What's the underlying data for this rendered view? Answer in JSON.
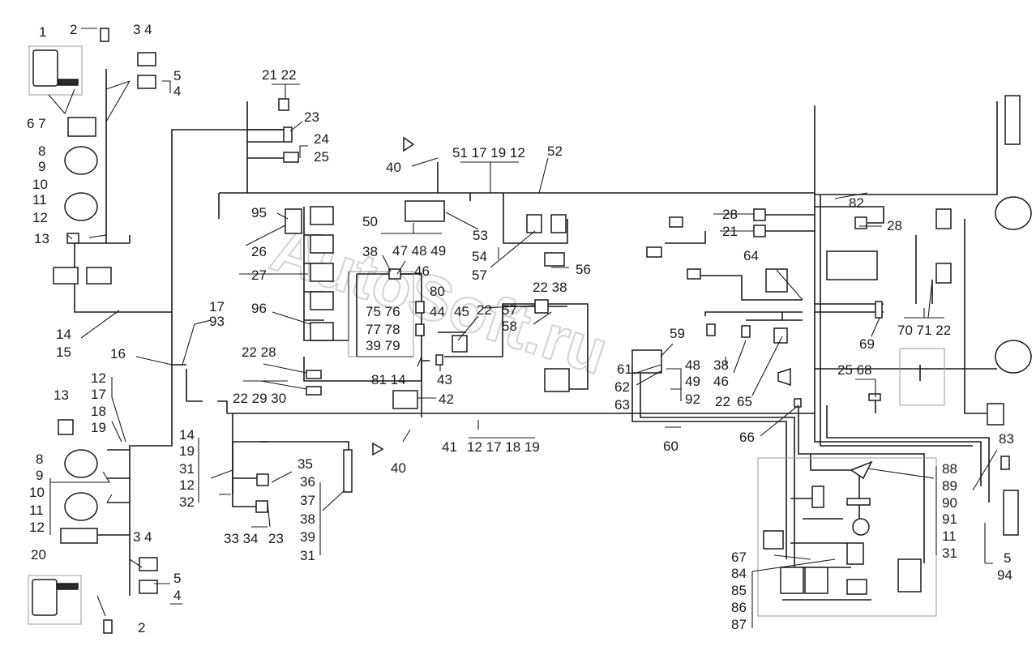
{
  "watermark": "AutoSoft.ru",
  "callouts": [
    {
      "id": "c1",
      "text": "1"
    },
    {
      "id": "c2",
      "text": "2"
    },
    {
      "id": "c3",
      "text": "3 4"
    },
    {
      "id": "c4",
      "text": "5"
    },
    {
      "id": "c5",
      "text": "4"
    },
    {
      "id": "c6",
      "text": "6 7"
    },
    {
      "id": "c7",
      "text": "8"
    },
    {
      "id": "c8",
      "text": "9"
    },
    {
      "id": "c9",
      "text": "10"
    },
    {
      "id": "c10",
      "text": "11"
    },
    {
      "id": "c11",
      "text": "12"
    },
    {
      "id": "c12",
      "text": "13"
    },
    {
      "id": "c13",
      "text": "14"
    },
    {
      "id": "c14",
      "text": "15"
    },
    {
      "id": "c15",
      "text": "16"
    },
    {
      "id": "c16",
      "text": "17"
    },
    {
      "id": "c17",
      "text": "93"
    },
    {
      "id": "c18",
      "text": "21 22"
    },
    {
      "id": "c19",
      "text": "23"
    },
    {
      "id": "c20",
      "text": "24"
    },
    {
      "id": "c21",
      "text": "25"
    },
    {
      "id": "c22",
      "text": "40"
    },
    {
      "id": "c23",
      "text": "51 17 19 12"
    },
    {
      "id": "c24",
      "text": "52"
    },
    {
      "id": "c25",
      "text": "95"
    },
    {
      "id": "c26",
      "text": "50"
    },
    {
      "id": "c27",
      "text": "53"
    },
    {
      "id": "c28",
      "text": "47 48 49"
    },
    {
      "id": "c29",
      "text": "26"
    },
    {
      "id": "c30",
      "text": "27"
    },
    {
      "id": "c31",
      "text": "38"
    },
    {
      "id": "c32",
      "text": "46"
    },
    {
      "id": "c33",
      "text": "54"
    },
    {
      "id": "c34",
      "text": "57"
    },
    {
      "id": "c35",
      "text": "56"
    },
    {
      "id": "c36",
      "text": "96"
    },
    {
      "id": "c37",
      "text": "75 76"
    },
    {
      "id": "c38",
      "text": "77 78"
    },
    {
      "id": "c39",
      "text": "39 79"
    },
    {
      "id": "c40",
      "text": "80"
    },
    {
      "id": "c41",
      "text": "44"
    },
    {
      "id": "c42",
      "text": "45"
    },
    {
      "id": "c43",
      "text": "22"
    },
    {
      "id": "c44",
      "text": "22 38"
    },
    {
      "id": "c45",
      "text": "57"
    },
    {
      "id": "c46",
      "text": "58"
    },
    {
      "id": "c47",
      "text": "22 28"
    },
    {
      "id": "c48",
      "text": "22 29 30"
    },
    {
      "id": "c49",
      "text": "81 14"
    },
    {
      "id": "c50",
      "text": "43"
    },
    {
      "id": "c51",
      "text": "42"
    },
    {
      "id": "c52",
      "text": "12"
    },
    {
      "id": "c53",
      "text": "17"
    },
    {
      "id": "c54",
      "text": "18"
    },
    {
      "id": "c55",
      "text": "19"
    },
    {
      "id": "c56",
      "text": "13"
    },
    {
      "id": "c57",
      "text": "8"
    },
    {
      "id": "c58",
      "text": "9"
    },
    {
      "id": "c59",
      "text": "10"
    },
    {
      "id": "c60",
      "text": "11"
    },
    {
      "id": "c61",
      "text": "12"
    },
    {
      "id": "c62",
      "text": "3 4"
    },
    {
      "id": "c63",
      "text": "20"
    },
    {
      "id": "c64",
      "text": "5"
    },
    {
      "id": "c65",
      "text": "4"
    },
    {
      "id": "c66",
      "text": "2"
    },
    {
      "id": "c67",
      "text": "14"
    },
    {
      "id": "c68",
      "text": "19"
    },
    {
      "id": "c69",
      "text": "31"
    },
    {
      "id": "c70",
      "text": "12"
    },
    {
      "id": "c71",
      "text": "32"
    },
    {
      "id": "c72",
      "text": "35"
    },
    {
      "id": "c73",
      "text": "33 34"
    },
    {
      "id": "c74",
      "text": "23"
    },
    {
      "id": "c75",
      "text": "36"
    },
    {
      "id": "c76",
      "text": "37"
    },
    {
      "id": "c77",
      "text": "38"
    },
    {
      "id": "c78",
      "text": "39"
    },
    {
      "id": "c79",
      "text": "31"
    },
    {
      "id": "c80",
      "text": "41"
    },
    {
      "id": "c81",
      "text": "12 17 18 19"
    },
    {
      "id": "c82",
      "text": "40"
    },
    {
      "id": "c83",
      "text": "28"
    },
    {
      "id": "c84",
      "text": "21"
    },
    {
      "id": "c85",
      "text": "82"
    },
    {
      "id": "c86",
      "text": "28"
    },
    {
      "id": "c87",
      "text": "64"
    },
    {
      "id": "c88",
      "text": "59"
    },
    {
      "id": "c89",
      "text": "61"
    },
    {
      "id": "c90",
      "text": "62"
    },
    {
      "id": "c91",
      "text": "63"
    },
    {
      "id": "c92",
      "text": "48"
    },
    {
      "id": "c93",
      "text": "49"
    },
    {
      "id": "c94",
      "text": "92"
    },
    {
      "id": "c95",
      "text": "38"
    },
    {
      "id": "c96",
      "text": "46"
    },
    {
      "id": "c97",
      "text": "22"
    },
    {
      "id": "c98",
      "text": "65"
    },
    {
      "id": "c99",
      "text": "69"
    },
    {
      "id": "c100",
      "text": "70 71 22"
    },
    {
      "id": "c101",
      "text": "25 68"
    },
    {
      "id": "c102",
      "text": "60"
    },
    {
      "id": "c103",
      "text": "66"
    },
    {
      "id": "c104",
      "text": "83"
    },
    {
      "id": "c105",
      "text": "88"
    },
    {
      "id": "c106",
      "text": "89"
    },
    {
      "id": "c107",
      "text": "90"
    },
    {
      "id": "c108",
      "text": "91"
    },
    {
      "id": "c109",
      "text": "11"
    },
    {
      "id": "c110",
      "text": "31"
    },
    {
      "id": "c111",
      "text": "5"
    },
    {
      "id": "c112",
      "text": "94"
    },
    {
      "id": "c113",
      "text": "67"
    },
    {
      "id": "c114",
      "text": "84"
    },
    {
      "id": "c115",
      "text": "85"
    },
    {
      "id": "c116",
      "text": "86"
    },
    {
      "id": "c117",
      "text": "87"
    }
  ]
}
